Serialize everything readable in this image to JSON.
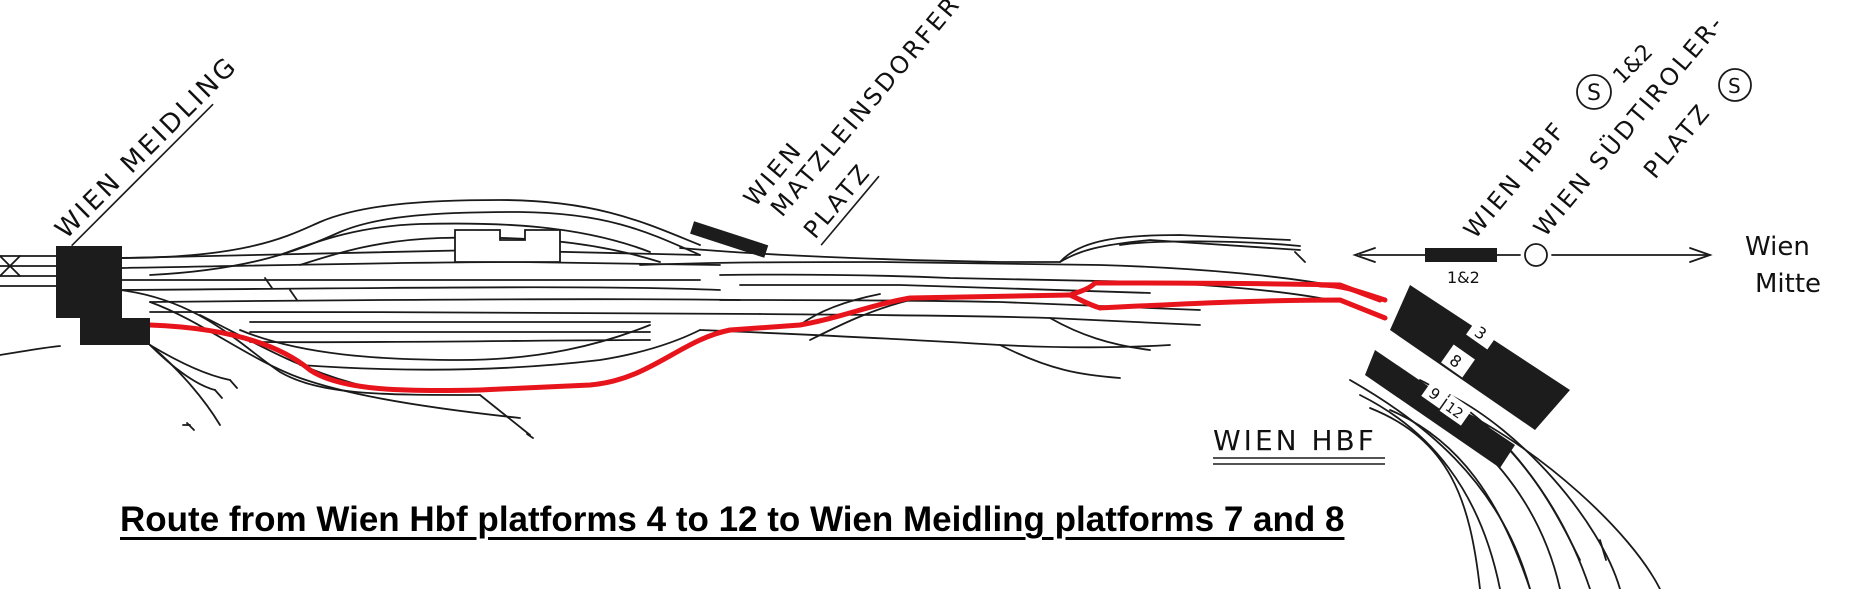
{
  "caption": "Route from Wien Hbf platforms 4 to 12 to Wien Meidling platforms 7 and 8",
  "stations": {
    "meidling": "WIEN MEIDLING",
    "matzleinsdorfer_1": "WIEN",
    "matzleinsdorfer_2": "MATZLEINSDORFER",
    "matzleinsdorfer_3": "PLATZ",
    "hbf_label": "WIEN HBF",
    "hbf_s_lines": "1&2",
    "suedtiroler_1": "WIEN SÜDTIROLER-",
    "suedtiroler_2": "PLATZ",
    "hbf_main": "WIEN HBF",
    "wien_mitte_1": "Wien",
    "wien_mitte_2": "Mitte"
  },
  "s_symbol": "S",
  "platforms": {
    "sbahn": "1&2",
    "p3": "3",
    "p8": "8",
    "p9": "9",
    "p12": "12"
  },
  "colors": {
    "track": "#1a1a1a",
    "route": "#e8141c",
    "platform": "#1c1c1c"
  }
}
